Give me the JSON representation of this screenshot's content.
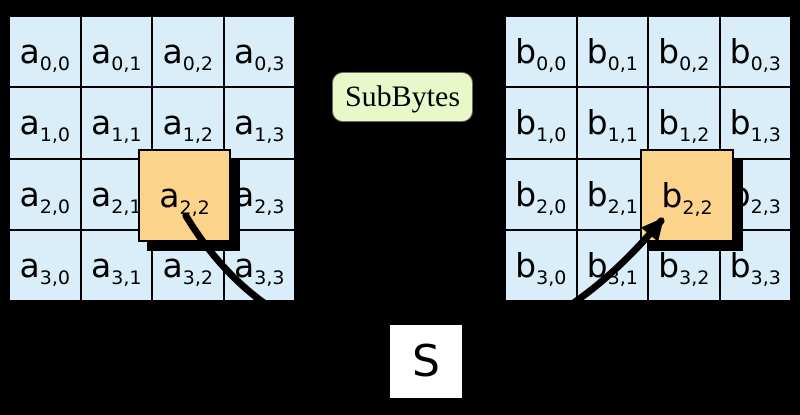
{
  "colors": {
    "background": "#000000",
    "cell_fill": "#d9eef9",
    "highlight_fill": "#fcd38a",
    "operation_fill": "#e8f8c8",
    "sbox_fill": "#ffffff",
    "line": "#000000"
  },
  "operation": {
    "label": "SubBytes"
  },
  "sbox": {
    "label": "S"
  },
  "grids": {
    "input": {
      "symbol": "a",
      "cells": [
        {
          "base": "a",
          "sub": "0,0"
        },
        {
          "base": "a",
          "sub": "0,1"
        },
        {
          "base": "a",
          "sub": "0,2"
        },
        {
          "base": "a",
          "sub": "0,3"
        },
        {
          "base": "a",
          "sub": "1,0"
        },
        {
          "base": "a",
          "sub": "1,1"
        },
        {
          "base": "a",
          "sub": "1,2"
        },
        {
          "base": "a",
          "sub": "1,3"
        },
        {
          "base": "a",
          "sub": "2,0"
        },
        {
          "base": "a",
          "sub": "2,1"
        },
        {
          "base": "a",
          "sub": "2,2"
        },
        {
          "base": "a",
          "sub": "2,3"
        },
        {
          "base": "a",
          "sub": "3,0"
        },
        {
          "base": "a",
          "sub": "3,1"
        },
        {
          "base": "a",
          "sub": "3,2"
        },
        {
          "base": "a",
          "sub": "3,3"
        }
      ]
    },
    "output": {
      "symbol": "b",
      "cells": [
        {
          "base": "b",
          "sub": "0,0"
        },
        {
          "base": "b",
          "sub": "0,1"
        },
        {
          "base": "b",
          "sub": "0,2"
        },
        {
          "base": "b",
          "sub": "0,3"
        },
        {
          "base": "b",
          "sub": "1,0"
        },
        {
          "base": "b",
          "sub": "1,1"
        },
        {
          "base": "b",
          "sub": "1,2"
        },
        {
          "base": "b",
          "sub": "1,3"
        },
        {
          "base": "b",
          "sub": "2,0"
        },
        {
          "base": "b",
          "sub": "2,1"
        },
        {
          "base": "b",
          "sub": "2,2"
        },
        {
          "base": "b",
          "sub": "2,3"
        },
        {
          "base": "b",
          "sub": "3,0"
        },
        {
          "base": "b",
          "sub": "3,1"
        },
        {
          "base": "b",
          "sub": "3,2"
        },
        {
          "base": "b",
          "sub": "3,3"
        }
      ]
    }
  },
  "highlights": {
    "input": {
      "base": "a",
      "sub": "2,2"
    },
    "output": {
      "base": "b",
      "sub": "2,2"
    }
  }
}
